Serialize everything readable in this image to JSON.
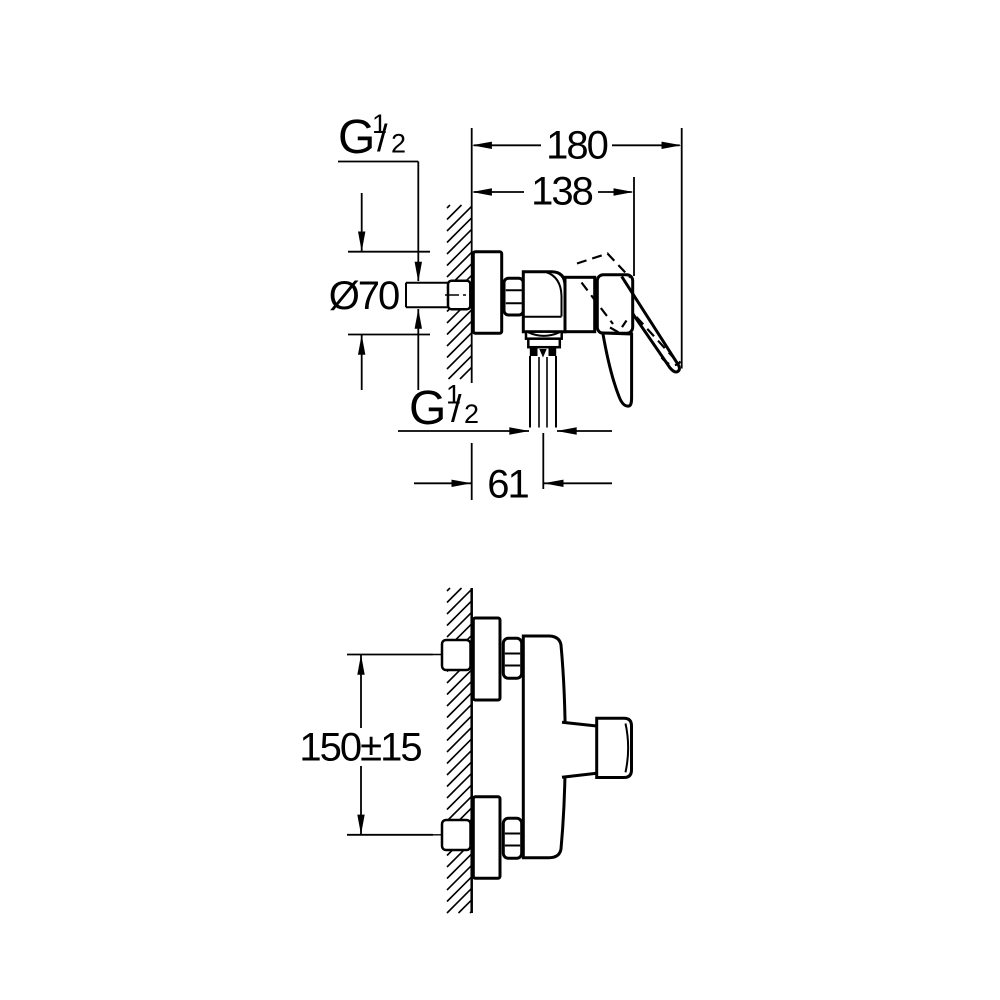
{
  "colors": {
    "ink": "#000000",
    "paper": "#ffffff"
  },
  "side_view": {
    "dim_depth_total": "180",
    "dim_depth_to_handle": "138",
    "dim_escutcheon_diameter": "Ø70",
    "dim_outlet_offset": "61",
    "thread_top": {
      "letter": "G",
      "numerator": "1",
      "slash": "/",
      "denominator": "2"
    },
    "thread_outlet": {
      "letter": "G",
      "numerator": "1",
      "slash": "/",
      "denominator": "2"
    }
  },
  "front_view": {
    "dim_connection_spacing": "150±15"
  }
}
